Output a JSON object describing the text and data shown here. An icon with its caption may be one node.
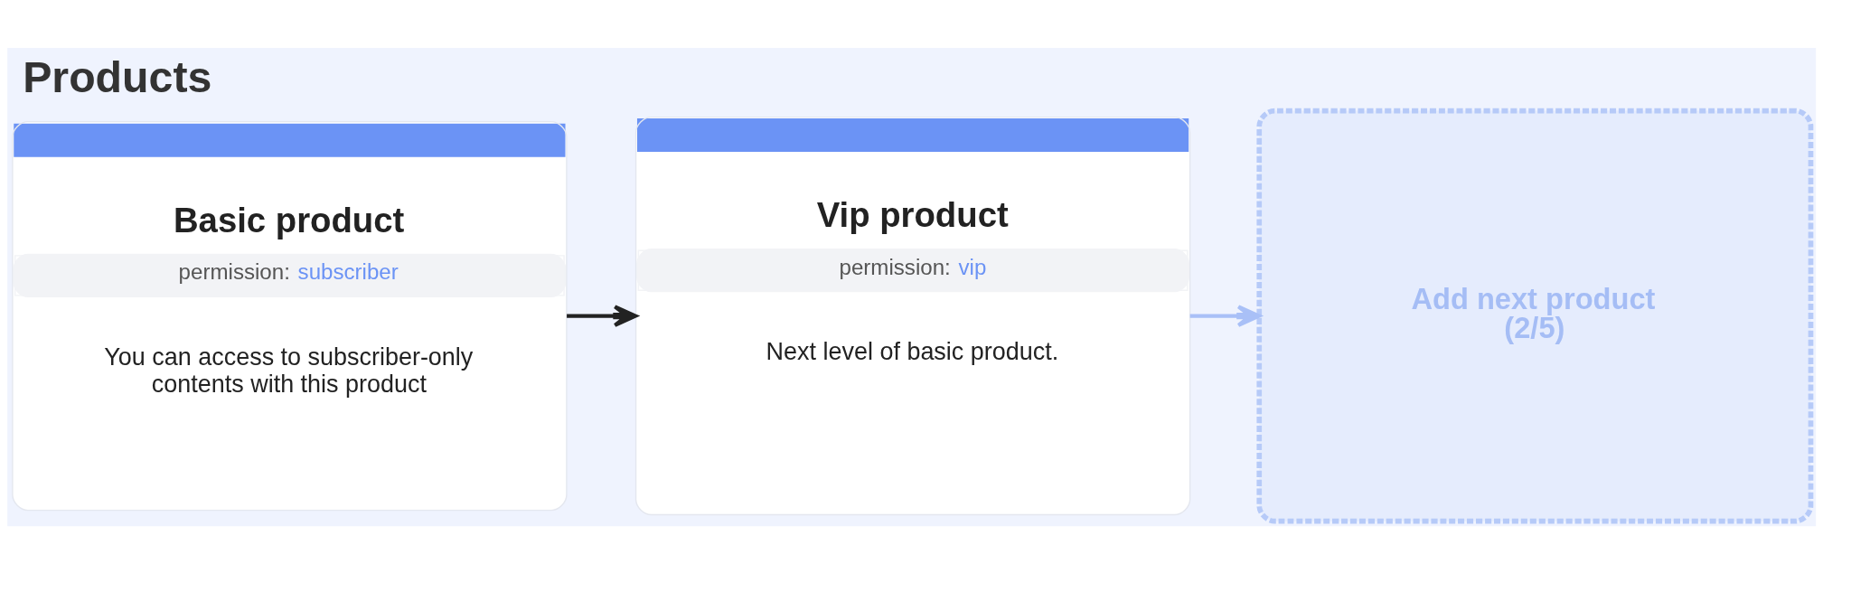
{
  "diagram": {
    "title": "Products",
    "nodes": [
      {
        "text": [
          "Basic product",
          "permission: subscriber",
          "You can access to subscriber-only contents with this product"
        ]
      },
      {
        "text": [
          "Vip product",
          "permission: vip",
          "Next level of basic product."
        ]
      },
      {
        "text": [
          "Add next product (2/5)"
        ]
      }
    ],
    "edges": [
      {
        "from": 0,
        "to": 1,
        "arrow": "to"
      },
      {
        "from": 1,
        "to": 2,
        "arrow": "to",
        "color": "#a9c0f7"
      }
    ]
  }
}
